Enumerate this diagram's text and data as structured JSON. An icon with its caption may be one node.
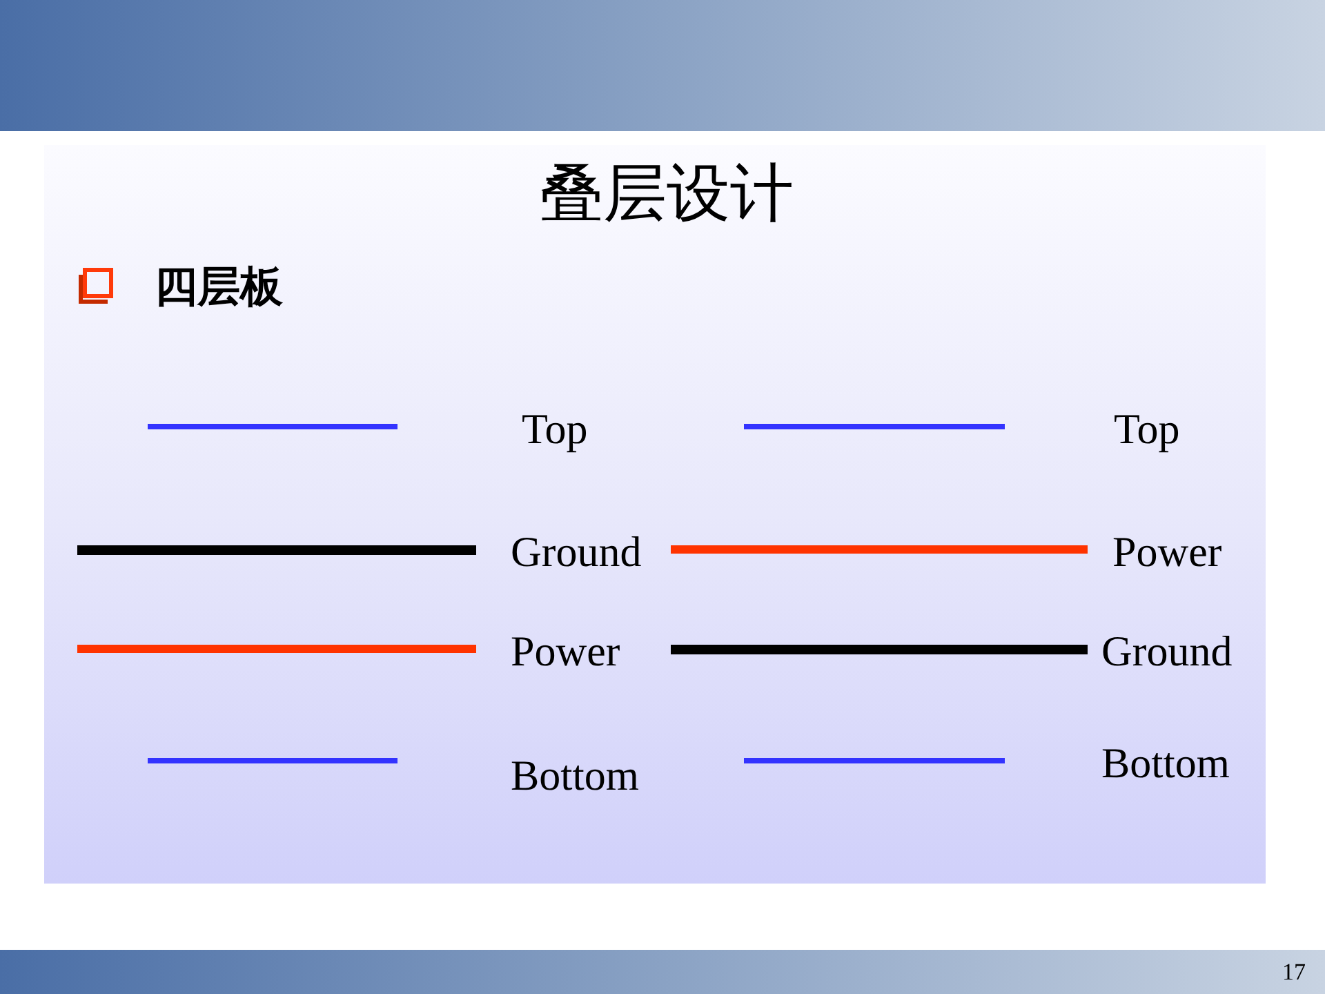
{
  "diagram": {
    "title": "叠层设计",
    "nodes": [
      {
        "text": [],
        "shape": "bar",
        "beside": [
          "Top"
        ]
      },
      {
        "text": [],
        "shape": "bar",
        "beside": [
          "Ground"
        ]
      },
      {
        "text": [],
        "shape": "bar",
        "beside": [
          "Power"
        ]
      },
      {
        "text": [],
        "shape": "bar",
        "beside": [
          "Bottom"
        ]
      },
      {
        "text": [],
        "shape": "bar",
        "beside": [
          "Top"
        ]
      },
      {
        "text": [],
        "shape": "bar",
        "beside": [
          "Power"
        ]
      },
      {
        "text": [],
        "shape": "bar",
        "beside": [
          "Ground"
        ]
      },
      {
        "text": [],
        "shape": "bar",
        "beside": [
          "Bottom"
        ]
      }
    ],
    "labels": [
      "四层板",
      "17"
    ]
  }
}
